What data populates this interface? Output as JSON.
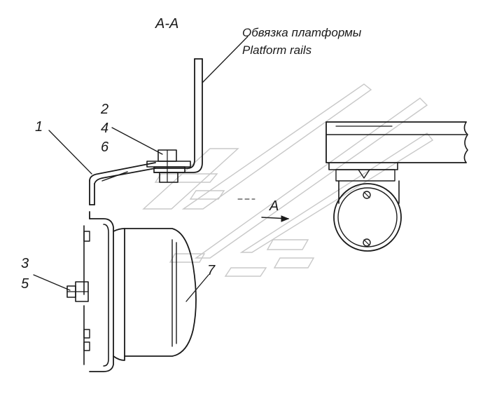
{
  "section_title": "A-A",
  "view_label": "A",
  "caption": {
    "ru": "Обвязка платформы",
    "en": "Platform rails"
  },
  "callouts": {
    "c1": "1",
    "c2": "2",
    "c3": "3",
    "c4": "4",
    "c5": "5",
    "c6": "6",
    "c7": "7"
  }
}
